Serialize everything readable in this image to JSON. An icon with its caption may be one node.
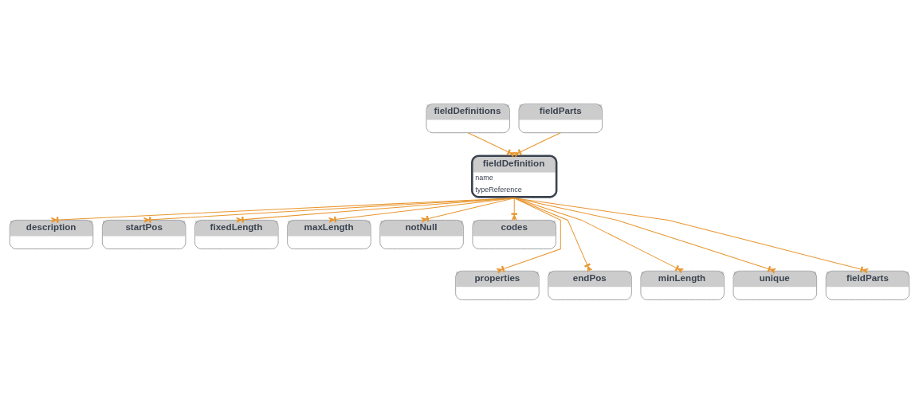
{
  "diagram": {
    "nodes": [
      {
        "text": [
          "fieldDefinitions"
        ]
      },
      {
        "text": [
          "fieldParts"
        ]
      },
      {
        "text": [
          "fieldDefinition",
          "name",
          "typeReference"
        ]
      },
      {
        "text": [
          "description"
        ]
      },
      {
        "text": [
          "startPos"
        ]
      },
      {
        "text": [
          "fixedLength"
        ]
      },
      {
        "text": [
          "maxLength"
        ]
      },
      {
        "text": [
          "notNull"
        ]
      },
      {
        "text": [
          "codes"
        ]
      },
      {
        "text": [
          "properties"
        ]
      },
      {
        "text": [
          "endPos"
        ]
      },
      {
        "text": [
          "minLength"
        ]
      },
      {
        "text": [
          "unique"
        ]
      },
      {
        "text": [
          "fieldParts"
        ]
      }
    ],
    "edges": [
      {
        "from": 0,
        "to": 2,
        "arrow": "other"
      },
      {
        "from": 1,
        "to": 2,
        "arrow": "other"
      },
      {
        "from": 2,
        "to": 3,
        "arrow": "other"
      },
      {
        "from": 2,
        "to": 9,
        "arrow": "other"
      },
      {
        "from": 2,
        "to": 4,
        "arrow": "other"
      },
      {
        "from": 2,
        "to": 10,
        "arrow": "other"
      },
      {
        "from": 2,
        "to": 5,
        "arrow": "other"
      },
      {
        "from": 2,
        "to": 11,
        "arrow": "other"
      },
      {
        "from": 2,
        "to": 6,
        "arrow": "other"
      },
      {
        "from": 2,
        "to": 12,
        "arrow": "other"
      },
      {
        "from": 2,
        "to": 7,
        "arrow": "other"
      },
      {
        "from": 2,
        "to": 13,
        "arrow": "other"
      },
      {
        "from": 2,
        "to": 8,
        "arrow": "other"
      }
    ]
  }
}
